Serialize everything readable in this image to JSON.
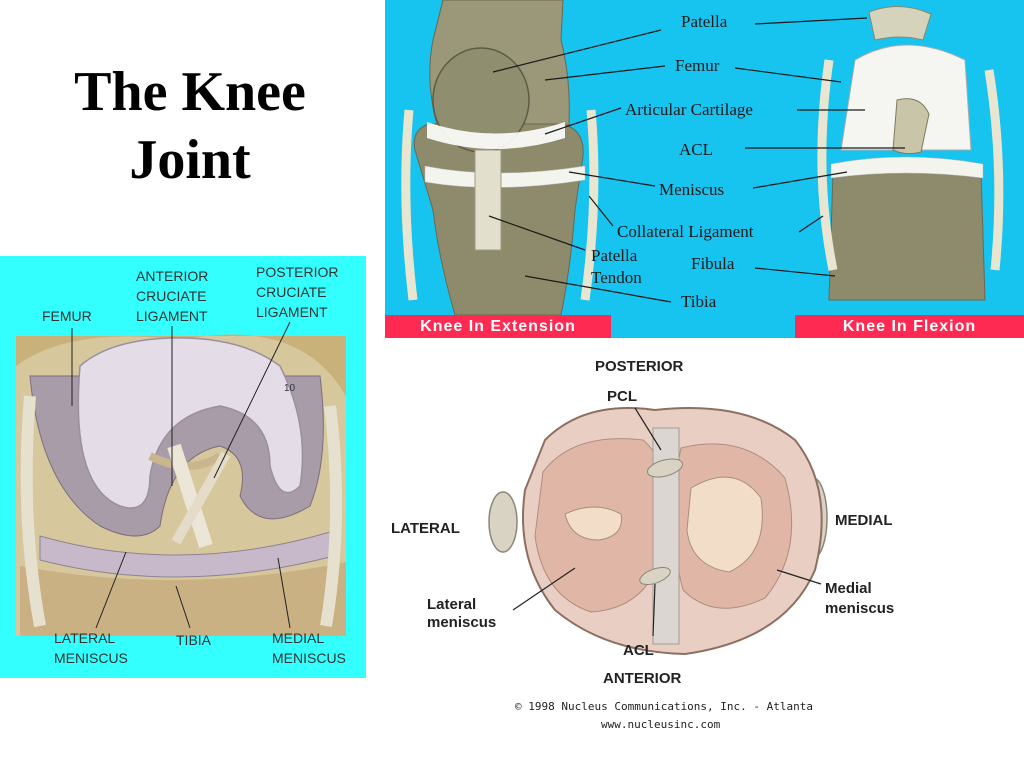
{
  "title": {
    "line1": "The Knee",
    "line2": "Joint"
  },
  "extension_panel": {
    "labels": {
      "patella": "Patella",
      "femur": "Femur",
      "articular_cartilage": "Articular Cartilage",
      "acl": "ACL",
      "meniscus": "Meniscus",
      "collateral_ligament": "Collateral Ligament",
      "patella_tendon_1": "Patella",
      "patella_tendon_2": "Tendon",
      "fibula": "Fibula",
      "tibia": "Tibia"
    },
    "band_left": "Knee In Extension",
    "band_right": "Knee In Flexion",
    "colors": {
      "background": "#17c3ef",
      "band": "#ff2a52"
    }
  },
  "coronal_panel": {
    "labels": {
      "femur": "FEMUR",
      "acl_1": "ANTERIOR",
      "acl_2": "CRUCIATE",
      "acl_3": "LIGAMENT",
      "pcl_1": "POSTERIOR",
      "pcl_2": "CRUCIATE",
      "pcl_3": "LIGAMENT",
      "lateral_meniscus_1": "LATERAL",
      "lateral_meniscus_2": "MENISCUS",
      "tibia": "TIBIA",
      "medial_meniscus_1": "MEDIAL",
      "medial_meniscus_2": "MENISCUS",
      "figure_number": "10"
    },
    "colors": {
      "background": "#33ffff"
    }
  },
  "plateau_panel": {
    "labels": {
      "posterior": "POSTERIOR",
      "pcl": "PCL",
      "lateral": "LATERAL",
      "medial": "MEDIAL",
      "lateral_meniscus_1": "Lateral",
      "lateral_meniscus_2": "meniscus",
      "medial_meniscus_1": "Medial",
      "medial_meniscus_2": "meniscus",
      "acl": "ACL",
      "anterior": "ANTERIOR"
    },
    "copyright_line1": "© 1998 Nucleus Communications, Inc. - Atlanta",
    "copyright_line2": "www.nucleusinc.com"
  }
}
